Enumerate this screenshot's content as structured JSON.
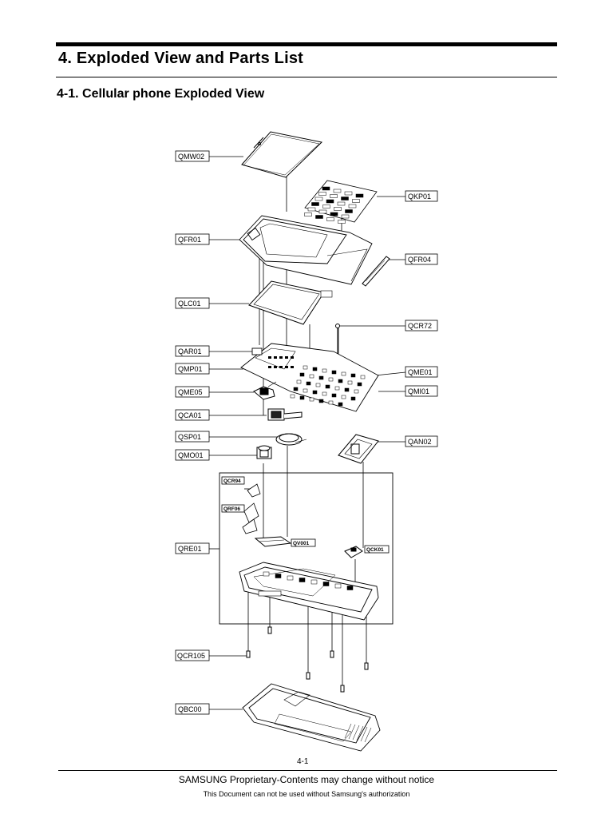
{
  "header": {
    "title": "4. Exploded View and Parts List",
    "subtitle": "4-1. Cellular phone Exploded View"
  },
  "labels": {
    "QMW02": "QMW02",
    "QKP01": "QKP01",
    "QFR01": "QFR01",
    "QFR04": "QFR04",
    "QLC01": "QLC01",
    "QCR72": "QCR72",
    "QAR01": "QAR01",
    "QMP01": "QMP01",
    "QME01": "QME01",
    "QME05": "QME05",
    "QMI01": "QMI01",
    "QCA01": "QCA01",
    "QSP01": "QSP01",
    "QAN02": "QAN02",
    "QMO01": "QMO01",
    "QCR94": "QCR94",
    "QRF06": "QRF06",
    "QVO01": "QV001",
    "QCK01": "QCK01",
    "QRE01": "QRE01",
    "QCR105": "QCR105",
    "QBC00": "QBC00"
  },
  "footer": {
    "page_number": "4-1",
    "notice": "SAMSUNG Proprietary-Contents may change without notice",
    "authorization": "This Document can not be used without Samsung's authorization"
  }
}
